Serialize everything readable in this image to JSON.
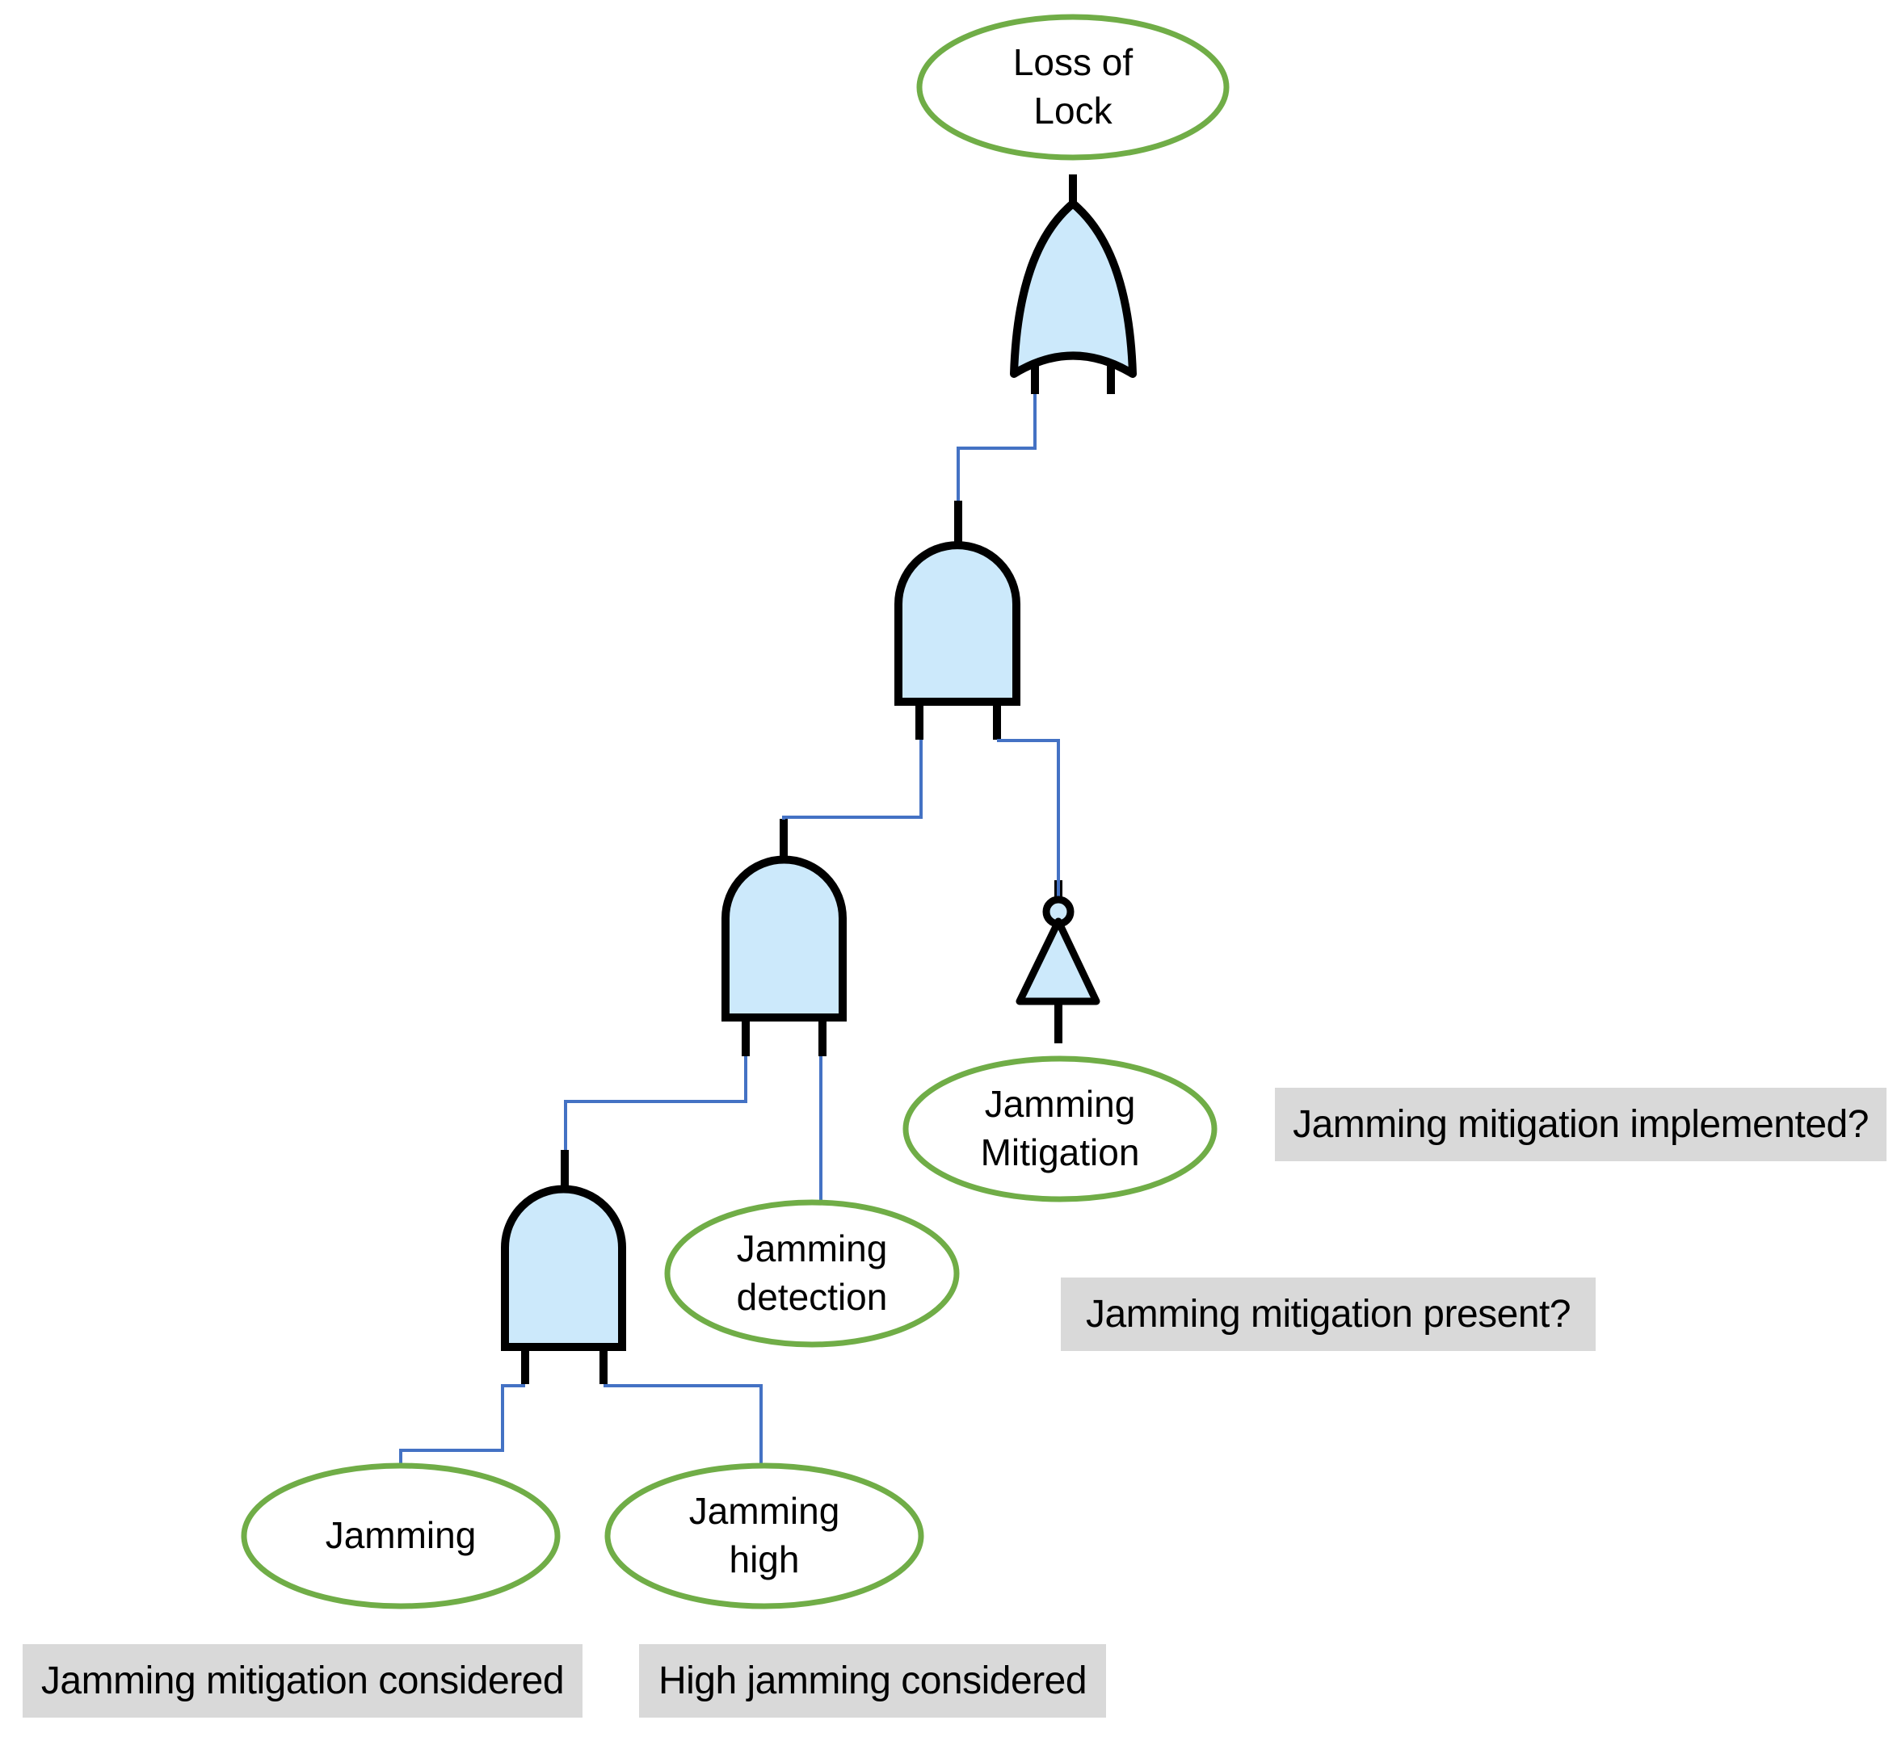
{
  "diagram": {
    "type": "fault-tree",
    "nodes": {
      "loss_of_lock": "Loss of\nLock",
      "jamming_mitigation": "Jamming\nMitigation",
      "jamming_detection": "Jamming\ndetection",
      "jamming": "Jamming",
      "jamming_high": "Jamming\nhigh"
    },
    "gates": {
      "top_gate": "or-gate",
      "middle_gate": "and-gate",
      "lower_gate": "and-gate",
      "bottom_gate": "and-gate",
      "negation_gate": "not-gate"
    },
    "annotations": {
      "implemented": "Jamming mitigation implemented?",
      "present": "Jamming mitigation present?",
      "considered": "Jamming mitigation considered",
      "high_considered": "High jamming considered"
    },
    "colors": {
      "gate_fill": "#cce9fb",
      "gate_stroke": "#000000",
      "connector": "#4472c4",
      "event_ellipse_stroke": "#70ad47",
      "annotation_background": "#d9d9d9",
      "text": "#000000"
    }
  }
}
